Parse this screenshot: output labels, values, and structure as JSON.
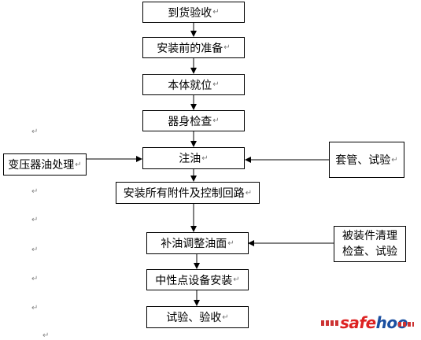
{
  "flow": {
    "main": [
      "到货验收",
      "安装前的准备",
      "本体就位",
      "器身检查",
      "注油",
      "安装所有附件及控制回路",
      "补油调整油面",
      "中性点设备安装",
      "试验、验收"
    ],
    "left_input": "变压器油处理",
    "right_input_1": "套管、试验",
    "right_input_2": [
      "被装件清理",
      "检查、试验"
    ]
  },
  "marks": {
    "paragraph": "↵"
  },
  "watermark": {
    "part1": "safe",
    "part2": "hoo"
  },
  "colors": {
    "line": "#000000",
    "box_border": "#000000",
    "watermark_red": "#dd2222",
    "watermark_blue": "#1a4fa0"
  }
}
